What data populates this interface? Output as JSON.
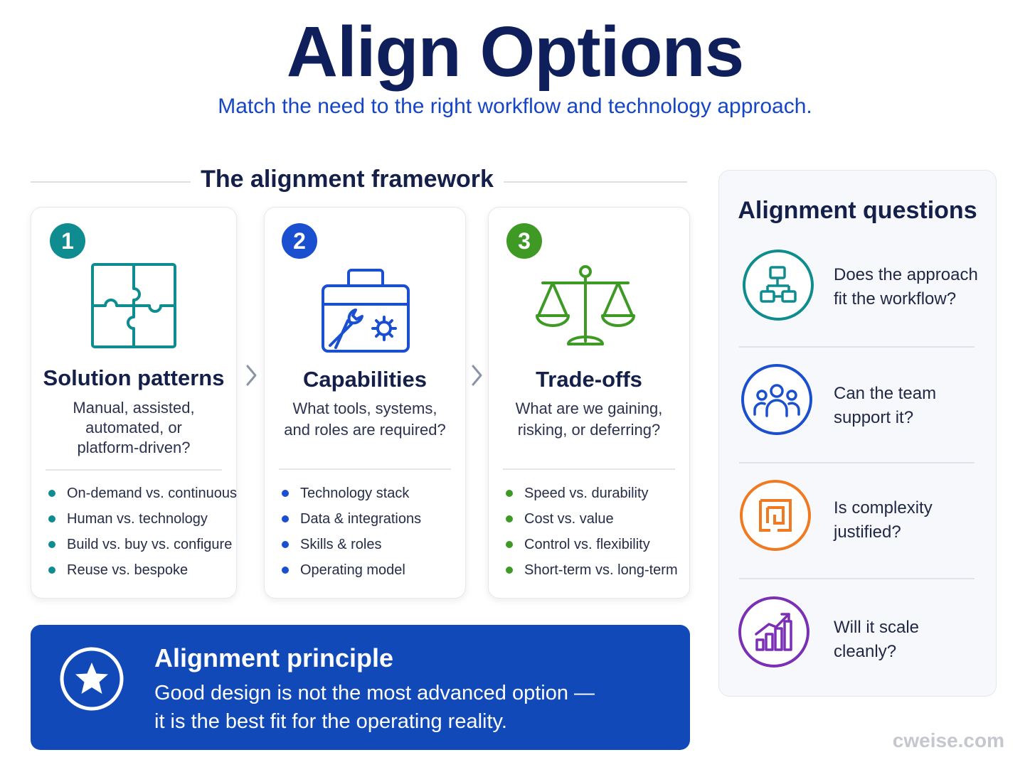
{
  "header": {
    "title": "Align Options",
    "subtitle": "Match the need to the right workflow and technology approach."
  },
  "framework": {
    "title": "The alignment framework",
    "cards": [
      {
        "number": "1",
        "color": "#0f8c8f",
        "icon": "puzzle-icon",
        "title": "Solution patterns",
        "description_lines": [
          "Manual, assisted,",
          "automated, or",
          "platform-driven?"
        ],
        "items": [
          "On-demand vs. continuous",
          "Human vs. technology",
          "Build vs. buy vs. configure",
          "Reuse vs. bespoke"
        ]
      },
      {
        "number": "2",
        "color": "#1a4fd0",
        "icon": "toolbox-icon",
        "title": "Capabilities",
        "description_lines": [
          "What tools, systems,",
          "and roles are required?"
        ],
        "items": [
          "Technology stack",
          "Data & integrations",
          "Skills & roles",
          "Operating model"
        ]
      },
      {
        "number": "3",
        "color": "#3e9a25",
        "icon": "scales-icon",
        "title": "Trade-offs",
        "description_lines": [
          "What are we gaining,",
          "risking, or deferring?"
        ],
        "items": [
          "Speed vs. durability",
          "Cost vs. value",
          "Control vs. flexibility",
          "Short-term vs. long-term"
        ]
      }
    ]
  },
  "principle": {
    "icon": "star-icon",
    "title": "Alignment principle",
    "line1": "Good design is not the most advanced option —",
    "line2": "it is the best fit for the operating reality."
  },
  "questions": {
    "title": "Alignment questions",
    "items": [
      {
        "icon": "workflow-icon",
        "color": "#0f8c8f",
        "line1": "Does the approach",
        "line2": "fit the workflow?"
      },
      {
        "icon": "team-icon",
        "color": "#1a4fd0",
        "line1": "Can the team",
        "line2": "support it?"
      },
      {
        "icon": "maze-icon",
        "color": "#f07a22",
        "line1": "Is complexity",
        "line2": "justified?"
      },
      {
        "icon": "growth-chart-icon",
        "color": "#7a2fb5",
        "line1": "Will it scale",
        "line2": "cleanly?"
      }
    ]
  },
  "footer": {
    "brand": "cweise.com"
  }
}
